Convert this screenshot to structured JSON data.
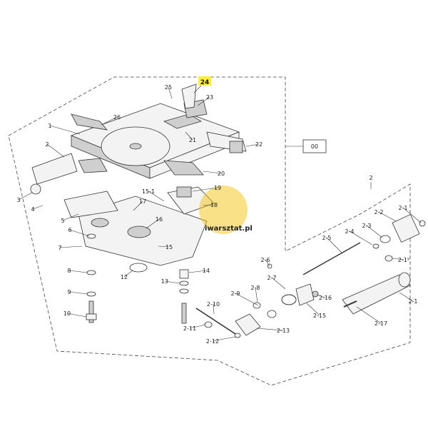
{
  "highlight_color": "#ffee33",
  "watermark": {
    "text": "iwarsztat.pl",
    "colors": [
      "#e74c3c",
      "#f1c40f",
      "#2ecc71",
      "#3498db"
    ]
  },
  "assembly_box_label": "00",
  "subassembly_label": "2",
  "callouts": [
    {
      "id": "24",
      "label": "24",
      "highlighted": true
    },
    {
      "id": "25",
      "label": "25"
    },
    {
      "id": "23",
      "label": "23"
    },
    {
      "id": "26",
      "label": "26"
    },
    {
      "id": "1",
      "label": "1"
    },
    {
      "id": "21",
      "label": "21"
    },
    {
      "id": "22",
      "label": "22"
    },
    {
      "id": "2",
      "label": "2"
    },
    {
      "id": "20",
      "label": "20"
    },
    {
      "id": "3",
      "label": "3"
    },
    {
      "id": "4",
      "label": "4"
    },
    {
      "id": "19",
      "label": "19"
    },
    {
      "id": "15-1",
      "label": "15-1"
    },
    {
      "id": "17",
      "label": "17"
    },
    {
      "id": "18",
      "label": "18"
    },
    {
      "id": "5",
      "label": "5"
    },
    {
      "id": "16",
      "label": "16"
    },
    {
      "id": "6",
      "label": "6"
    },
    {
      "id": "15",
      "label": "15"
    },
    {
      "id": "7",
      "label": "7"
    },
    {
      "id": "12",
      "label": "12"
    },
    {
      "id": "8",
      "label": "8"
    },
    {
      "id": "14",
      "label": "14"
    },
    {
      "id": "13",
      "label": "13"
    },
    {
      "id": "9",
      "label": "9"
    },
    {
      "id": "10",
      "label": "10"
    },
    {
      "id": "2-1a",
      "label": "2-1"
    },
    {
      "id": "2-2",
      "label": "2-2"
    },
    {
      "id": "2-3",
      "label": "2-3"
    },
    {
      "id": "2-4",
      "label": "2-4"
    },
    {
      "id": "2-5",
      "label": "2-5"
    },
    {
      "id": "2-19",
      "label": "2-1⁹"
    },
    {
      "id": "2-6",
      "label": "2-6"
    },
    {
      "id": "2-7",
      "label": "2-7"
    },
    {
      "id": "2-8",
      "label": "2-8"
    },
    {
      "id": "2-16",
      "label": "2-16"
    },
    {
      "id": "2-9",
      "label": "2-9"
    },
    {
      "id": "2-15",
      "label": "2-15"
    },
    {
      "id": "2-1b",
      "label": "2-1"
    },
    {
      "id": "2-10",
      "label": "2-10"
    },
    {
      "id": "2-17",
      "label": "2-17"
    },
    {
      "id": "2-13",
      "label": "2-13"
    },
    {
      "id": "2-11",
      "label": "2-11"
    },
    {
      "id": "2-12",
      "label": "2-12"
    }
  ]
}
